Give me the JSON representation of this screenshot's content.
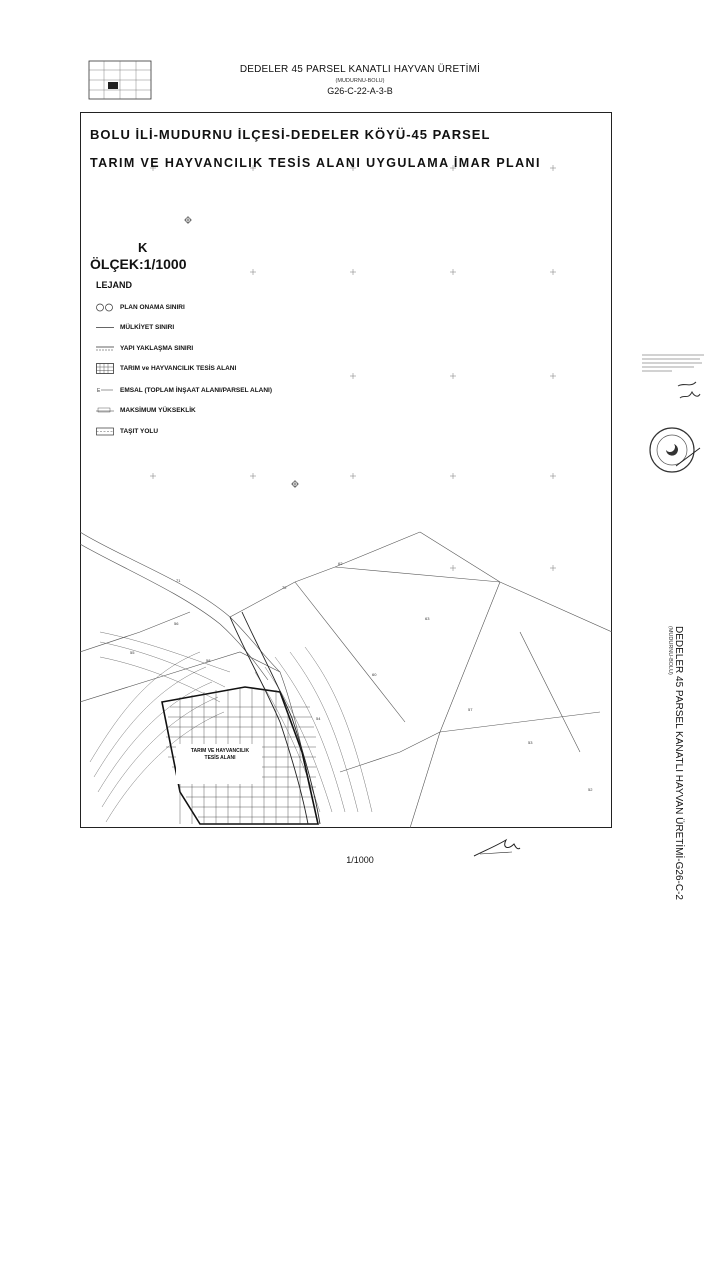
{
  "header": {
    "title": "DEDELER 45 PARSEL KANATLI HAYVAN ÜRETİMİ",
    "subtitle": "(MUDURNU-BOLU)",
    "sheet_code": "G26-C-22-A-3-B"
  },
  "map": {
    "title_line1": "BOLU İLİ-MUDURNU İLÇESİ-DEDELER KÖYÜ-45 PARSEL",
    "title_line2": "TARIM VE HAYVANCILIK TESİS ALANI UYGULAMA İMAR PLANI",
    "north_label": "K",
    "scale_label": "ÖLÇEK:1/1000",
    "legend_title": "LEJAND",
    "legend": [
      {
        "label": "PLAN ONAMA SINIRI",
        "icon": "plan-boundary-icon"
      },
      {
        "label": "MÜLKİYET SINIRI",
        "icon": "property-boundary-icon"
      },
      {
        "label": "YAPI YAKLAŞMA SINIRI",
        "icon": "setback-line-icon"
      },
      {
        "label": "TARIM ve HAYVANCILIK TESİS ALANI",
        "icon": "facility-hatch-icon"
      },
      {
        "label": "EMSAL (TOPLAM İNŞAAT ALANI/PARSEL ALANI)",
        "icon": "emsal-icon"
      },
      {
        "label": "MAKSİMUM YÜKSEKLİK",
        "icon": "max-height-icon"
      },
      {
        "label": "TAŞIT YOLU",
        "icon": "road-icon"
      }
    ],
    "zone_label_1": "TARIM VE HAYVANCILIK",
    "zone_label_2": "TESİS ALANI",
    "bottom_scale": "1/1000",
    "parcels": [
      "71",
      "72",
      "62",
      "56",
      "55",
      "63",
      "60",
      "54",
      "57",
      "53",
      "52",
      "58"
    ]
  },
  "side": {
    "title": "DEDELER 45 PARSEL KANATLI HAYVAN ÜRETİMİ-G26-C-2",
    "subtitle": "(MUDURNU-BOLU)"
  },
  "colors": {
    "ink": "#111111",
    "line": "#555555",
    "paper": "#ffffff"
  }
}
